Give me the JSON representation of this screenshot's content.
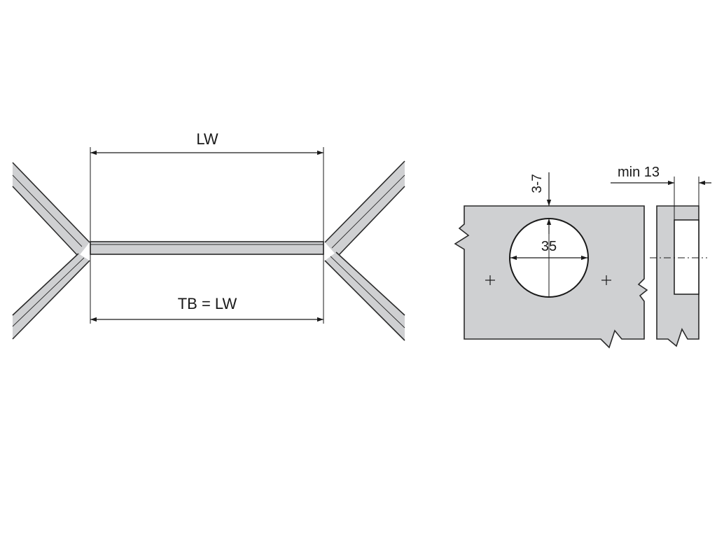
{
  "left_diagram": {
    "top_dimension_label": "LW",
    "bottom_dimension_label": "TB = LW"
  },
  "right_diagram": {
    "bore_depth_label": "3-7",
    "bore_diameter_label": "35",
    "edge_distance_label": "min 13"
  },
  "colors": {
    "panel_fill": "#cfd0d2",
    "panel_stroke": "#2a2a2a",
    "bore_fill": "#ffffff",
    "line": "#1a1a1a"
  }
}
